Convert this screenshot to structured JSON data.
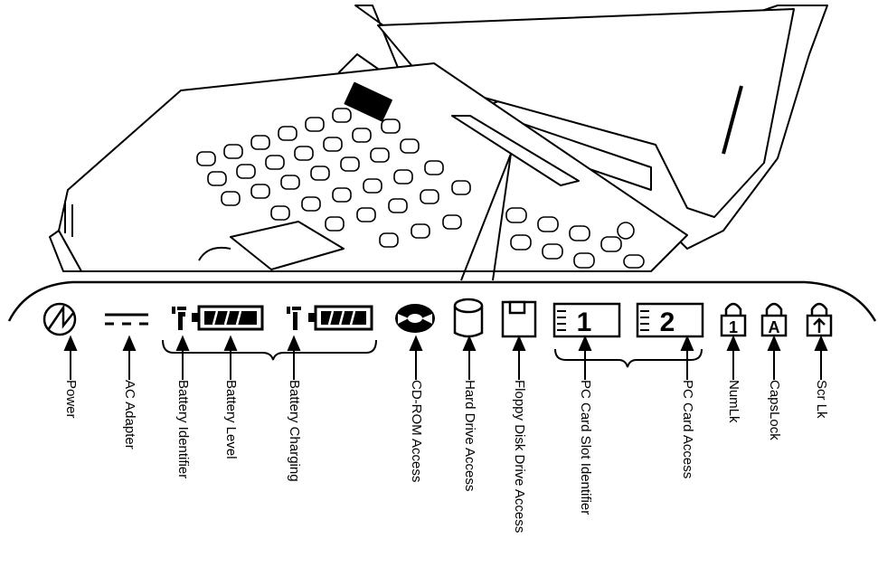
{
  "diagram": {
    "indicators": [
      {
        "id": "power",
        "label": "Power",
        "icon": "power-icon"
      },
      {
        "id": "ac-adapter",
        "label": "AC Adapter",
        "icon": "dc-current-icon"
      },
      {
        "id": "battery-identifier",
        "label": "Battery Identifier",
        "icon": "battery-number-icon"
      },
      {
        "id": "battery-level",
        "label": "Battery Level",
        "icon": "battery-level-icon"
      },
      {
        "id": "battery-charging",
        "label": "Battery Charging",
        "icon": "battery-charging-icon"
      },
      {
        "id": "cdrom-access",
        "label": "CD-ROM Access",
        "icon": "cd-rom-icon"
      },
      {
        "id": "hard-drive-access",
        "label": "Hard Drive Access",
        "icon": "hard-drive-icon"
      },
      {
        "id": "floppy-access",
        "label": "Floppy Disk Drive Access",
        "icon": "floppy-disk-icon"
      },
      {
        "id": "pc-card-slot-identifier",
        "label": "PC Card Slot Identifier",
        "icon": "pc-card-slot-1-icon"
      },
      {
        "id": "pc-card-access",
        "label": "PC Card Access",
        "icon": "pc-card-slot-2-icon"
      },
      {
        "id": "numlk",
        "label": "NumLk",
        "icon": "num-lock-icon"
      },
      {
        "id": "capslock",
        "label": "CapsLock",
        "icon": "caps-lock-icon"
      },
      {
        "id": "scrlk",
        "label": "Scr Lk",
        "icon": "scroll-lock-icon"
      }
    ],
    "icon_text": {
      "slot_one": "1",
      "slot_two": "2",
      "lock_num": "1",
      "lock_caps": "A"
    }
  }
}
